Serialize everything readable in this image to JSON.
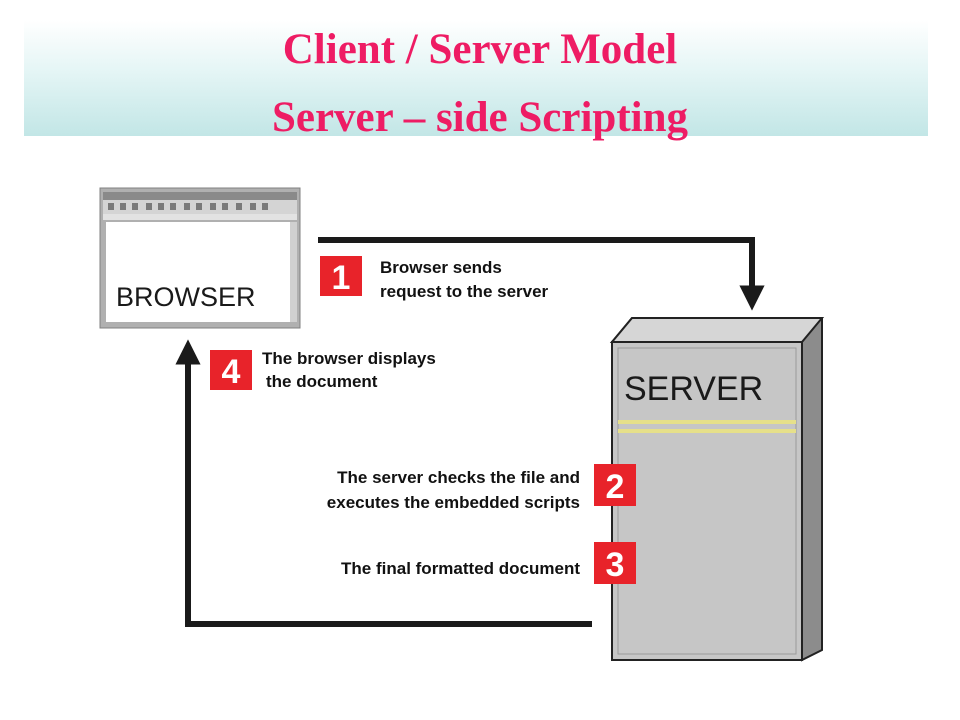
{
  "title": {
    "line1": "Client / Server Model",
    "line2": "Server – side Scripting"
  },
  "diagram": {
    "browser_label": "BROWSER",
    "server_label": "SERVER",
    "steps": [
      {
        "number": "1",
        "line1": "Browser sends",
        "line2": "request to the server"
      },
      {
        "number": "2",
        "line1": "The server checks the file and",
        "line2": "executes the embedded scripts"
      },
      {
        "number": "3",
        "line1": "The final formatted document",
        "line2": ""
      },
      {
        "number": "4",
        "line1": "The browser displays",
        "line2": "the document"
      }
    ]
  },
  "colors": {
    "title": "#ee1c64",
    "step_badge": "#e8232a",
    "server_body": "#c6c6c6",
    "server_stripe": "#e6e08a"
  }
}
